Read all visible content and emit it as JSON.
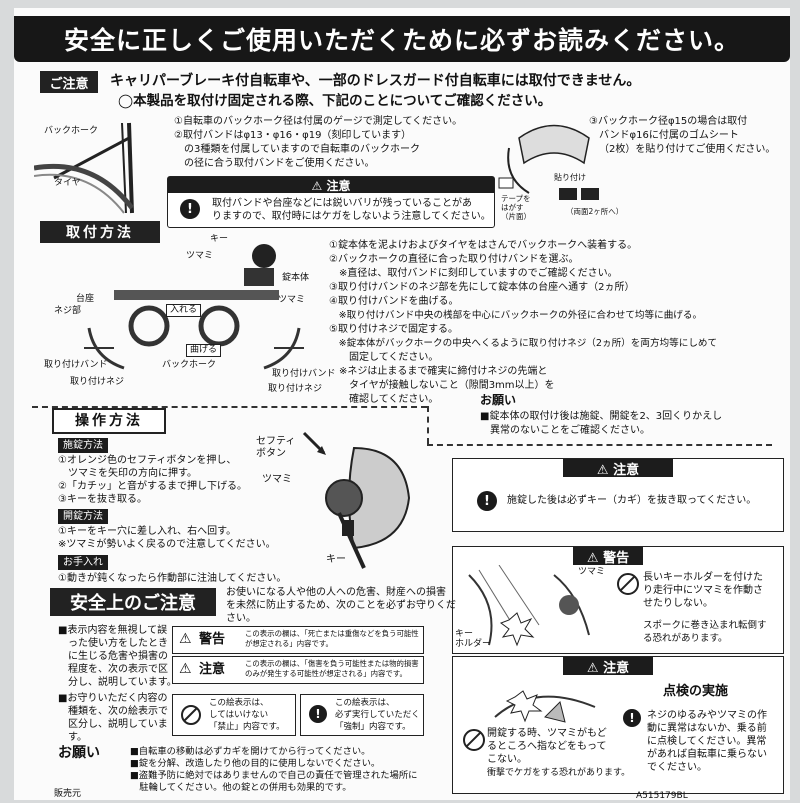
{
  "banner": "安全に正しくご使用いただくために必ずお読みください。",
  "caution_intro": {
    "tag": "ご注意",
    "line1": "キャリパーブレーキ付自転車や、一部のドレスガード付自転車には取付できません。",
    "line2": "◯本製品を取付け固定される際、下記のことについてご確認ください。"
  },
  "fit_notes": {
    "l1": "①自転車のバックホーク径は付属のゲージで測定してください。",
    "l2": "②取付バンドはφ13・φ16・φ19（刻印しています）",
    "l3": "の3種類を付属していますので自転車のバックホーク",
    "l4": "の径に合う取付バンドをご使用ください。",
    "r1": "③バックホーク径φ15の場合は取付",
    "r2": "バンドφ16に付属のゴムシート",
    "r3": "（2枚）を貼り付けてご使用ください。"
  },
  "bike_labels": {
    "fork": "バックホーク",
    "tire": "タイヤ"
  },
  "sheet_labels": {
    "stick": "貼り付け",
    "peel": "テープを\nはがす\n（片面）",
    "both": "（両面2ヶ所へ）"
  },
  "attention_box": {
    "title": "⚠ 注意",
    "text1": "取付バンドや台座などには鋭いバリが残っていることがあ",
    "text2": "りますので、取付時にはケガをしないよう注意してください。"
  },
  "install": {
    "title": "取付方法",
    "steps": [
      "①錠本体を泥よけおよびタイヤをはさんでバックホークへ装着する。",
      "②バックホークの直径に合った取り付けバンドを選ぶ。",
      "　※直径は、取付バンドに刻印していますのでご確認ください。",
      "③取り付けバンドのネジ部を先にして錠本体の台座へ通す（2ヵ所）",
      "④取り付けバンドを曲げる。",
      "　※取り付けバンド中央の桟部を中心にバックホークの外径に合わせて均等に曲げる。",
      "⑤取り付けネジで固定する。",
      "　※錠本体がバックホークの中央へくるように取り付けネジ（2ヵ所）を両方均等にしめて",
      "　　固定してください。",
      "　※ネジは止まるまで確実に締付けネジの先端と",
      "　　タイヤが接触しないこと（隙間3mm以上）を",
      "　　確認してください。"
    ],
    "labels": {
      "key": "キー",
      "knob": "ツマミ",
      "body": "錠本体",
      "base": "台座",
      "screw": "ネジ部",
      "knob2": "ツマミ",
      "insert": "入れる",
      "bend": "曲げる",
      "fork": "バックホーク",
      "band_l": "取り付けバンド",
      "screw_l": "取り付けネジ",
      "band_r": "取り付けバンド",
      "screw_r": "取り付けネジ"
    }
  },
  "request1": {
    "title": "お願い",
    "l1": "■錠本体の取付け後は施錠、開錠を2、3回くりかえし",
    "l2": "　異常のないことをご確認ください。"
  },
  "operation": {
    "title": "操作方法",
    "lock_tag": "施錠方法",
    "lock": [
      "①オレンジ色のセフティボタンを押し、",
      "　ツマミを矢印の方向に押す。",
      "②「カチッ」と音がするまで押し下げる。",
      "③キーを抜き取る。"
    ],
    "unlock_tag": "開錠方法",
    "unlock": [
      "①キーをキー穴に差し入れ、右へ回す。",
      "※ツマミが勢いよく戻るので注意してください。"
    ],
    "care_tag": "お手入れ",
    "care": "①動きが鈍くなったら作動部に注油してください。",
    "labels": {
      "safety": "セフティ\nボタン",
      "knob": "ツマミ",
      "key": "キー"
    }
  },
  "caution_right": {
    "title": "⚠ 注意",
    "text": "施錠した後は必ずキー（カギ）を抜き取ってください。"
  },
  "warning_right": {
    "title": "⚠ 警告",
    "knob": "ツマミ",
    "holder": "キー\nホルダー",
    "text": [
      "長いキーホルダーを付けた",
      "り走行中にツマミを作動さ",
      "せたりしない。",
      "",
      "スポークに巻き込まれ転倒す",
      "る恐れがあります。"
    ]
  },
  "caution_right2": {
    "title": "⚠ 注意",
    "inspect_title": "点検の実施",
    "left": [
      "開錠する時、ツマミがもど",
      "るところへ指などをもって",
      "こない。",
      "衝撃でケガをする恐れがあります。"
    ],
    "right": [
      "ネジのゆるみやツマミの作",
      "動に異常はないか、乗る前",
      "に点検してください。異常",
      "があれば自転車に乗らない",
      "でください。"
    ]
  },
  "safety": {
    "title": "安全上のご注意",
    "intro": [
      "お使いになる人や他の人への危害、財産への損害",
      "を未然に防止するため、次のことを必ずお守りくだ",
      "さい。"
    ],
    "left1": [
      "■表示内容を無視して誤",
      "　った使い方をしたとき",
      "　に生じる危害や損害の",
      "　程度を、次の表示で区",
      "　分し、説明しています。"
    ],
    "warn_label": "警告",
    "warn_text": [
      "この表示の欄は、「死亡または重傷などを負う可能性",
      "が想定される」内容です。"
    ],
    "caut_label": "注意",
    "caut_text": [
      "この表示の欄は、「傷害を負う可能性または物的損害",
      "のみが発生する可能性が想定される」内容です。"
    ],
    "left2": [
      "■お守りいただく内容の",
      "　種類を、次の絵表示で",
      "　区分し、説明していま",
      "　す。"
    ],
    "prohibit": [
      "この絵表示は、",
      "してはいけない",
      "「禁止」内容です。"
    ],
    "mandatory": [
      "この絵表示は、",
      "必ず実行していただく",
      "「強制」内容です。"
    ]
  },
  "request2": {
    "title": "お願い",
    "lines": [
      "■自転車の移動は必ずカギを開けてから行ってください。",
      "■錠を分解、改造したり他の目的に使用しないでください。",
      "■盗難予防に絶対ではありませんので自己の責任で管理された場所に",
      "　駐輪してください。他の錠との併用も効果的です。"
    ]
  },
  "footer": {
    "seller": "販売元",
    "code": "A515179BL"
  }
}
